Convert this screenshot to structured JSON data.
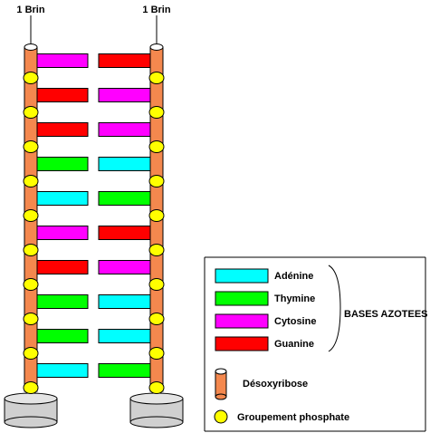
{
  "strands": [
    {
      "label": "1 Brin"
    },
    {
      "label": "1 Brin"
    }
  ],
  "pairs": [
    [
      "Cytosine",
      "Guanine"
    ],
    [
      "Guanine",
      "Cytosine"
    ],
    [
      "Guanine",
      "Cytosine"
    ],
    [
      "Thymine",
      "Adénine"
    ],
    [
      "Adénine",
      "Thymine"
    ],
    [
      "Cytosine",
      "Guanine"
    ],
    [
      "Guanine",
      "Cytosine"
    ],
    [
      "Thymine",
      "Adénine"
    ],
    [
      "Thymine",
      "Adénine"
    ],
    [
      "Adénine",
      "Thymine"
    ]
  ],
  "legend": {
    "bases": [
      {
        "name": "Adénine",
        "color": "#00ffff"
      },
      {
        "name": "Thymine",
        "color": "#00ff00"
      },
      {
        "name": "Cytosine",
        "color": "#ff00ff"
      },
      {
        "name": "Guanine",
        "color": "#ff0000"
      }
    ],
    "group_label": "BASES AZOTEES",
    "deoxyribose": {
      "label": "Désoxyribose",
      "color": "#f4884e"
    },
    "phosphate": {
      "label": "Groupement phosphate",
      "color": "#ffff00"
    }
  },
  "colors": {
    "base_stand": "#d0d0d0",
    "outline": "#000000"
  }
}
